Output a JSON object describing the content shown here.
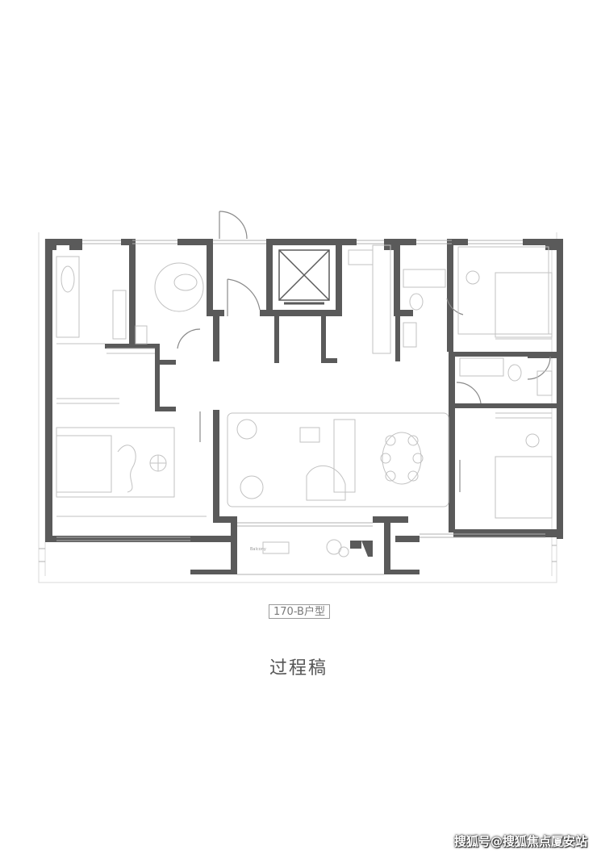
{
  "floorplan": {
    "unit_type": "170-B户型",
    "draft_note": "过程稿",
    "balcony_note": "Balcony"
  },
  "watermark": "搜狐号@搜狐焦点厦安站",
  "colors": {
    "wall": "#5a5a5a",
    "line": "#b5b5b5",
    "furniture": "#c8c8c8"
  }
}
